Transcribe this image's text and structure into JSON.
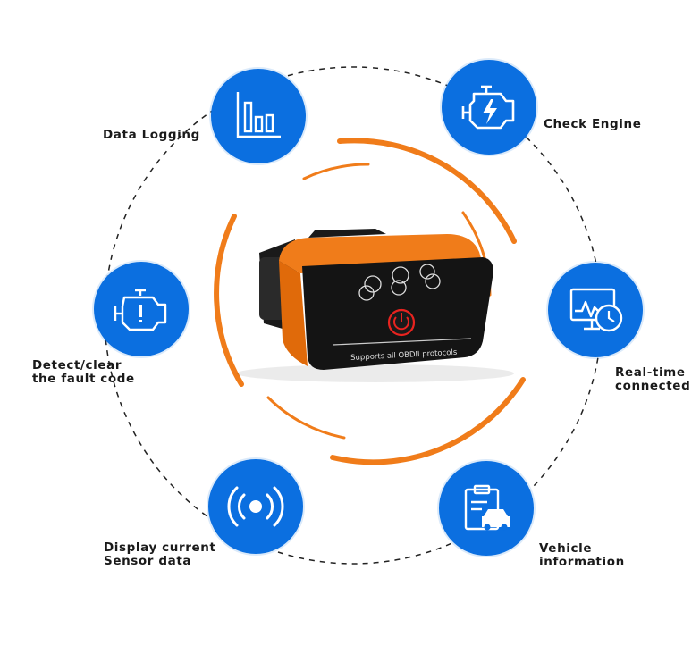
{
  "device": {
    "slogan": "Supports all OBDII protocols"
  },
  "features": {
    "data_logging": "Data Logging",
    "check_engine": "Check Engine",
    "detect_clear_1": "Detect/clear",
    "detect_clear_2": "the fault code",
    "realtime_1": "Real-time",
    "realtime_2": "connected",
    "sensor_1": "Display current",
    "sensor_2": "Sensor data",
    "vehicle_1": "Vehicle",
    "vehicle_2": "information"
  },
  "icons": {
    "data_logging": "bar-chart-icon",
    "check_engine": "engine-lightning-icon",
    "fault_code": "engine-warning-icon",
    "realtime": "monitor-clock-icon",
    "sensor": "radio-waves-icon",
    "vehicle": "clipboard-car-icon"
  },
  "colors": {
    "accent_blue": "#0b6fe0",
    "accent_orange": "#f07c1a",
    "device_body": "#141414"
  }
}
